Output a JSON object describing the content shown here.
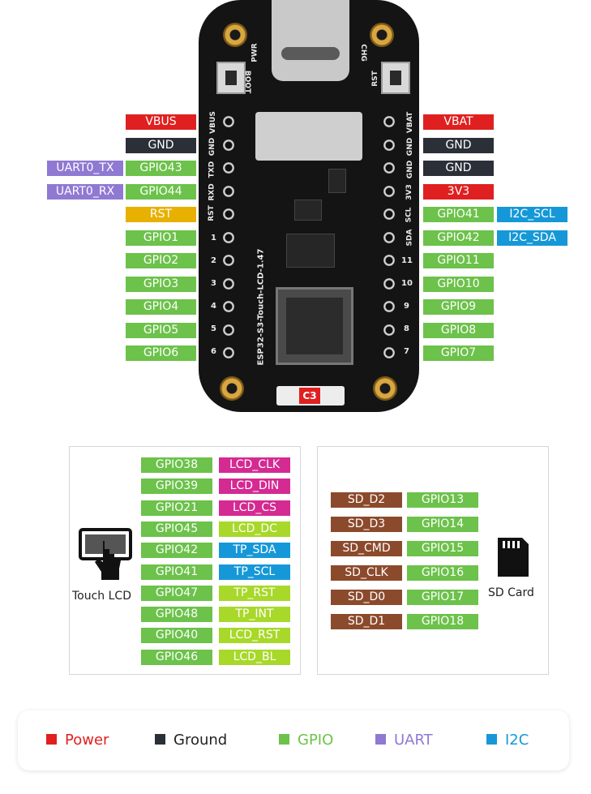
{
  "board": {
    "name": "ESP32-S3-Touch-LCD-1.47",
    "left_header_labels": [
      "RST",
      "RXD",
      "TXD",
      "GND",
      "VBUS"
    ],
    "right_header_labels": [
      "SDA",
      "SCL",
      "3V3",
      "GND",
      "GND",
      "VBAT"
    ],
    "top_labels": {
      "pwr": "PWR",
      "chg": "CHG",
      "boot": "BOOT",
      "rst": "RST"
    },
    "component_label": "C3",
    "left_pin_numbers": [
      "1",
      "2",
      "3",
      "4",
      "5",
      "6"
    ],
    "right_pin_numbers": [
      "11",
      "10",
      "9",
      "8",
      "7"
    ]
  },
  "left_pins": [
    {
      "signal": "VBUS",
      "kind": "power"
    },
    {
      "signal": "GND",
      "kind": "ground"
    },
    {
      "signal": "GPIO43",
      "kind": "gpio",
      "alt": "UART0_TX"
    },
    {
      "signal": "GPIO44",
      "kind": "gpio",
      "alt": "UART0_RX"
    },
    {
      "signal": "RST",
      "kind": "rst"
    },
    {
      "signal": "GPIO1",
      "kind": "gpio"
    },
    {
      "signal": "GPIO2",
      "kind": "gpio"
    },
    {
      "signal": "GPIO3",
      "kind": "gpio"
    },
    {
      "signal": "GPIO4",
      "kind": "gpio"
    },
    {
      "signal": "GPIO5",
      "kind": "gpio"
    },
    {
      "signal": "GPIO6",
      "kind": "gpio"
    }
  ],
  "right_pins": [
    {
      "signal": "VBAT",
      "kind": "power"
    },
    {
      "signal": "GND",
      "kind": "ground"
    },
    {
      "signal": "GND",
      "kind": "ground"
    },
    {
      "signal": "3V3",
      "kind": "power"
    },
    {
      "signal": "GPIO41",
      "kind": "gpio",
      "alt": "I2C_SCL"
    },
    {
      "signal": "GPIO42",
      "kind": "gpio",
      "alt": "I2C_SDA"
    },
    {
      "signal": "GPIO11",
      "kind": "gpio"
    },
    {
      "signal": "GPIO10",
      "kind": "gpio"
    },
    {
      "signal": "GPIO9",
      "kind": "gpio"
    },
    {
      "signal": "GPIO8",
      "kind": "gpio"
    },
    {
      "signal": "GPIO7",
      "kind": "gpio"
    }
  ],
  "lcd_panel": {
    "caption": "Touch LCD",
    "icon": "touch-lcd-icon",
    "rows": [
      {
        "gpio": "GPIO38",
        "func": "LCD_CLK",
        "kind": "lcd"
      },
      {
        "gpio": "GPIO39",
        "func": "LCD_DIN",
        "kind": "lcd"
      },
      {
        "gpio": "GPIO21",
        "func": "LCD_CS",
        "kind": "lcd"
      },
      {
        "gpio": "GPIO45",
        "func": "LCD_DC",
        "kind": "lime"
      },
      {
        "gpio": "GPIO42",
        "func": "TP_SDA",
        "kind": "i2c"
      },
      {
        "gpio": "GPIO41",
        "func": "TP_SCL",
        "kind": "i2c"
      },
      {
        "gpio": "GPIO47",
        "func": "TP_RST",
        "kind": "lime"
      },
      {
        "gpio": "GPIO48",
        "func": "TP_INT",
        "kind": "lime"
      },
      {
        "gpio": "GPIO40",
        "func": "LCD_RST",
        "kind": "lime"
      },
      {
        "gpio": "GPIO46",
        "func": "LCD_BL",
        "kind": "lime"
      }
    ]
  },
  "sd_panel": {
    "caption": "SD Card",
    "icon": "sd-card-icon",
    "rows": [
      {
        "func": "SD_D2",
        "gpio": "GPIO13"
      },
      {
        "func": "SD_D3",
        "gpio": "GPIO14"
      },
      {
        "func": "SD_CMD",
        "gpio": "GPIO15"
      },
      {
        "func": "SD_CLK",
        "gpio": "GPIO16"
      },
      {
        "func": "SD_D0",
        "gpio": "GPIO17"
      },
      {
        "func": "SD_D1",
        "gpio": "GPIO18"
      }
    ]
  },
  "legend": [
    {
      "label": "Power",
      "color": "#e02020"
    },
    {
      "label": "Ground",
      "color": "#2b2f38"
    },
    {
      "label": "GPIO",
      "color": "#6cc24a"
    },
    {
      "label": "UART",
      "color": "#8f79d2"
    },
    {
      "label": "I2C",
      "color": "#1698d8"
    }
  ]
}
